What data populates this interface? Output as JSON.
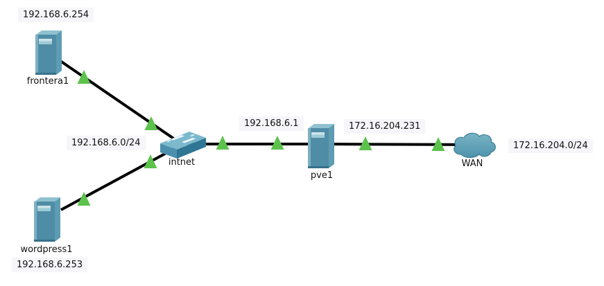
{
  "diagram": {
    "type": "network-topology",
    "nodes": {
      "frontera1": {
        "label": "frontera1",
        "device_type": "server"
      },
      "wordpress1": {
        "label": "wordpress1",
        "device_type": "server"
      },
      "intnet": {
        "label": "intnet",
        "device_type": "ethernet-switch"
      },
      "pve1": {
        "label": "pve1",
        "device_type": "server"
      },
      "wan": {
        "label": "WAN",
        "device_type": "cloud"
      }
    },
    "annotations": {
      "frontera1_ip": "192.168.6.254",
      "wordpress1_ip": "192.168.6.253",
      "lan_network": "192.168.6.0/24",
      "pve1_lan_ip": "192.168.6.1",
      "pve1_wan_ip": "172.16.204.231",
      "wan_network": "172.16.204.0/24"
    },
    "links": [
      {
        "from": "frontera1",
        "to": "intnet",
        "status": "up"
      },
      {
        "from": "wordpress1",
        "to": "intnet",
        "status": "up"
      },
      {
        "from": "intnet",
        "to": "pve1",
        "status": "up"
      },
      {
        "from": "pve1",
        "to": "wan",
        "status": "up"
      }
    ],
    "colors": {
      "canvas_bg": "#ffffff",
      "link": "#000000",
      "link_up_indicator": "#5cc24c",
      "device_front": "#4f8da6",
      "device_top": "#8fc1d0",
      "device_side": "#35768f",
      "annotation_bg": "#f5f5fa",
      "text": "#111111"
    }
  }
}
